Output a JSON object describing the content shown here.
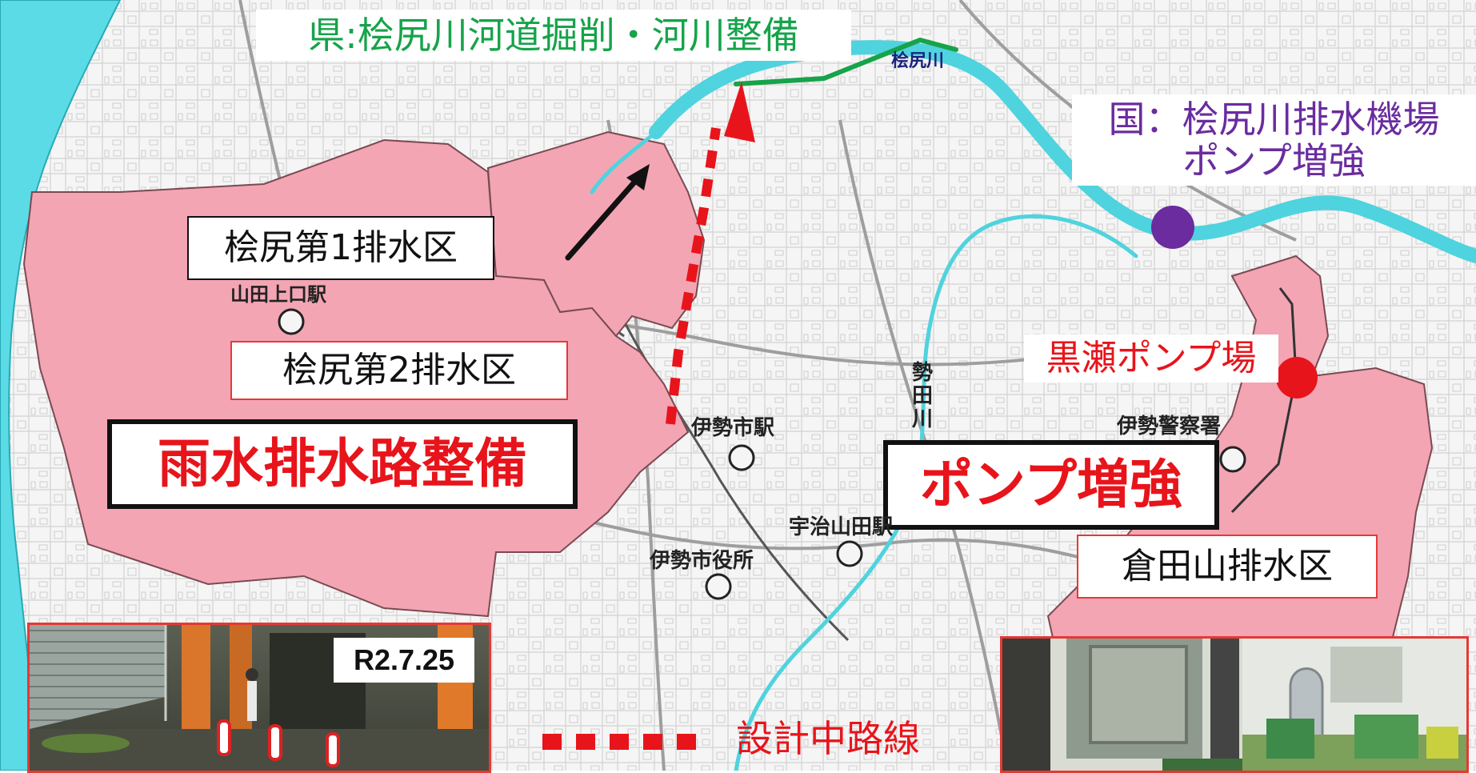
{
  "title_green": "県:桧尻川河道掘削・河川整備",
  "national": {
    "line1": "国：桧尻川排水機場",
    "line2": "ポンプ増強"
  },
  "districts": {
    "d1": "桧尻第1排水区",
    "d2": "桧尻第2排水区",
    "kurata": "倉田山排水区"
  },
  "works": {
    "rain": "雨水排水路整備",
    "pump": "ポンプ増強"
  },
  "pump_station": "黒瀬ポンプ場",
  "places": {
    "yamada_kamiguchi": "山田上口駅",
    "ise_station": "伊勢市駅",
    "uji_yamada": "宇治山田駅",
    "city_hall": "伊勢市役所",
    "police": "伊勢警察署",
    "katsuda_river": "勢田川",
    "hijiri_river": "桧尻川"
  },
  "photo_left": {
    "date": "R2.7.25"
  },
  "legend": {
    "planned_route": "設計中路線"
  },
  "colors": {
    "district_fill": "#f3a5b4",
    "river": "#4fd3de",
    "green": "#16a34a",
    "purple": "#6a2c9e",
    "red": "#e8141b"
  }
}
